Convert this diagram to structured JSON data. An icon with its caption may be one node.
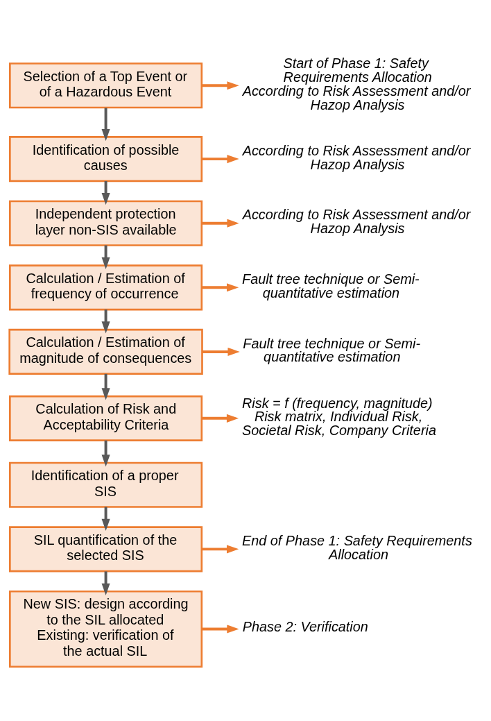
{
  "diagram": {
    "nodes": [
      {
        "text": [
          "Selection of a Top Event or of a Hazardous Event"
        ]
      },
      {
        "text": [
          "Start of Phase 1: Safety Requirements Allocation",
          "According to Risk Assessment and/or Hazop Analysis"
        ]
      },
      {
        "text": [
          "Identification of possible causes"
        ]
      },
      {
        "text": [
          "According to Risk Assessment and/or Hazop Analysis"
        ]
      },
      {
        "text": [
          "Independent protection layer non-SIS available"
        ]
      },
      {
        "text": [
          "According to Risk Assessment and/or Hazop Analysis"
        ]
      },
      {
        "text": [
          "Calculation / Estimation of frequency of occurrence"
        ]
      },
      {
        "text": [
          "Fault tree technique or Semi-quantitative estimation"
        ]
      },
      {
        "text": [
          "Calculation / Estimation of magnitude of consequences"
        ]
      },
      {
        "text": [
          "Fault tree technique or Semi-quantitative estimation"
        ]
      },
      {
        "text": [
          "Calculation of Risk and Acceptability Criteria"
        ]
      },
      {
        "text": [
          "Risk = f (frequency, magnitude)",
          "Risk matrix, Individual Risk, Societal Risk, Company Criteria"
        ]
      },
      {
        "text": [
          "Identification of a proper SIS"
        ]
      },
      {
        "text": [
          "SIL quantification of the selected SIS"
        ]
      },
      {
        "text": [
          "End of Phase 1: Safety Requirements Allocation"
        ]
      },
      {
        "text": [
          "New SIS: design according to the SIL allocated",
          "Existing: verification of the actual SIL"
        ]
      },
      {
        "text": [
          "Phase 2: Verification"
        ]
      }
    ],
    "edges": [
      {
        "from": 0,
        "to": 2,
        "arrow": "to"
      },
      {
        "from": 2,
        "to": 4,
        "arrow": "to"
      },
      {
        "from": 4,
        "to": 6,
        "arrow": "to"
      },
      {
        "from": 6,
        "to": 8,
        "arrow": "to"
      },
      {
        "from": 8,
        "to": 10,
        "arrow": "to"
      },
      {
        "from": 10,
        "to": 12,
        "arrow": "to"
      },
      {
        "from": 12,
        "to": 13,
        "arrow": "to"
      },
      {
        "from": 13,
        "to": 15,
        "arrow": "to"
      },
      {
        "from": 0,
        "to": 1,
        "arrow": "to",
        "color": "#ed7d31"
      },
      {
        "from": 2,
        "to": 3,
        "arrow": "to",
        "color": "#ed7d31"
      },
      {
        "from": 4,
        "to": 5,
        "arrow": "to",
        "color": "#ed7d31"
      },
      {
        "from": 6,
        "to": 7,
        "arrow": "to",
        "color": "#ed7d31"
      },
      {
        "from": 8,
        "to": 9,
        "arrow": "to",
        "color": "#ed7d31"
      },
      {
        "from": 10,
        "to": 11,
        "arrow": "to",
        "color": "#ed7d31"
      },
      {
        "from": 13,
        "to": 14,
        "arrow": "to",
        "color": "#ed7d31"
      },
      {
        "from": 15,
        "to": 16,
        "arrow": "to",
        "color": "#ed7d31"
      }
    ]
  }
}
